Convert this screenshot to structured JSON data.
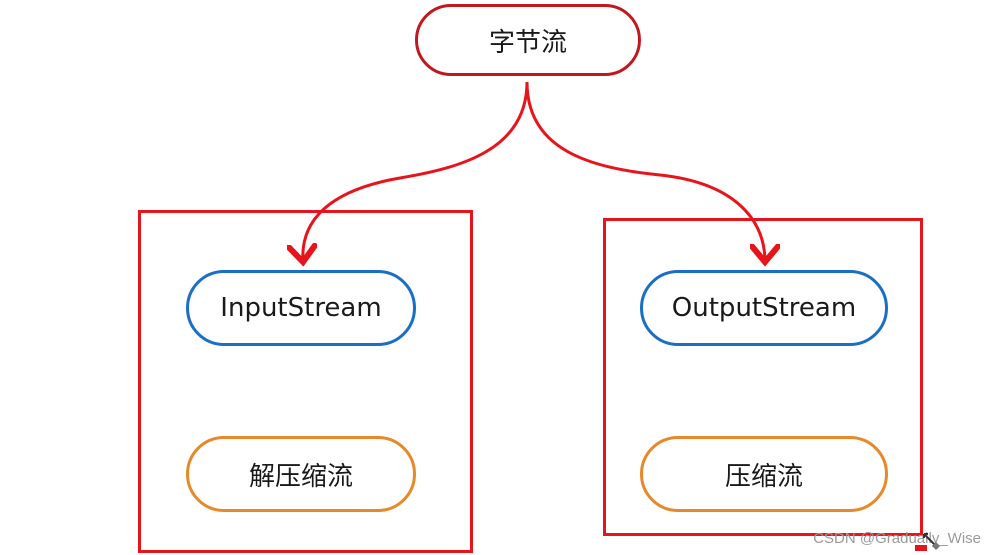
{
  "diagram": {
    "root": {
      "label": "字节流"
    },
    "left": {
      "primary": "InputStream",
      "secondary": "解压缩流"
    },
    "right": {
      "primary": "OutputStream",
      "secondary": "压缩流"
    }
  },
  "watermark": "CSDN @Gradually_Wise",
  "colors": {
    "root_border": "#c0181e",
    "arrow": "#e8141b",
    "group_border": "#e8141b",
    "primary_border": "#1a6fc4",
    "secondary_border": "#e6892a"
  }
}
